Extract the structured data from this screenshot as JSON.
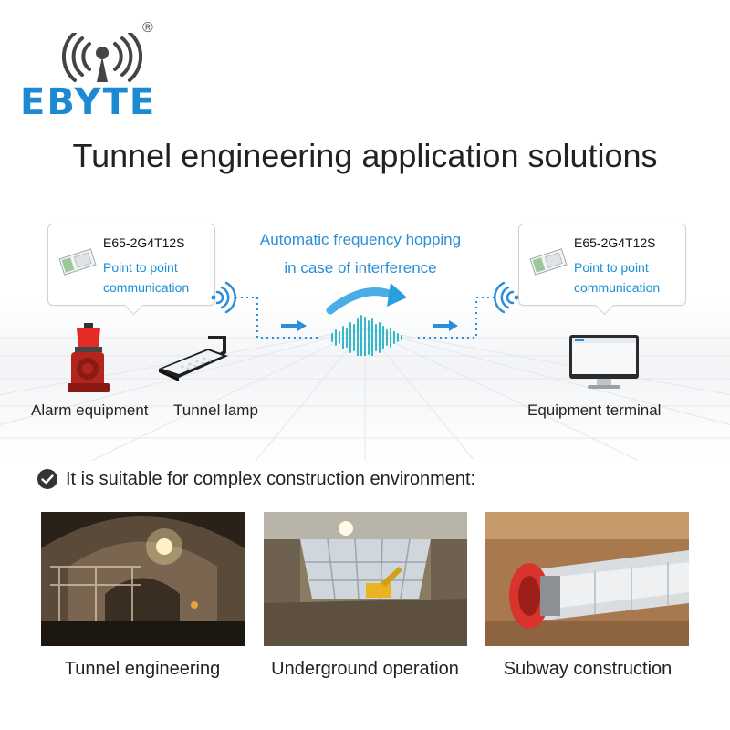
{
  "logo": {
    "text": "EBYTE",
    "registered": "®"
  },
  "title": "Tunnel engineering application solutions",
  "left_callout": {
    "model": "E65-2G4T12S",
    "desc_line1": "Point to point",
    "desc_line2": "communication"
  },
  "right_callout": {
    "model": "E65-2G4T12S",
    "desc_line1": "Point to point",
    "desc_line2": "communication"
  },
  "center": {
    "line1": "Automatic frequency hopping",
    "line2": "in case of interference"
  },
  "devices": {
    "alarm": "Alarm equipment",
    "lamp": "Tunnel lamp",
    "terminal": "Equipment terminal"
  },
  "suitable_text": "It is suitable for complex construction environment:",
  "photos": [
    {
      "caption": "Tunnel engineering"
    },
    {
      "caption": "Underground operation"
    },
    {
      "caption": "Subway construction"
    }
  ],
  "colors": {
    "brand": "#1c8ad2",
    "accent": "#2a8fd8",
    "text": "#222222"
  }
}
